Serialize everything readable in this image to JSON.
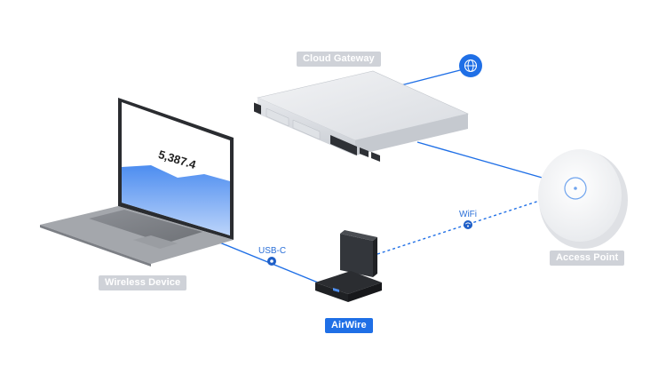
{
  "labels": {
    "cloud_gateway": "Cloud Gateway",
    "access_point": "Access Point",
    "wireless_device": "Wireless Device",
    "airwire": "AirWire"
  },
  "links": {
    "wifi": "WiFi",
    "usbc": "USB-C"
  },
  "screen": {
    "value": "5,387.4"
  },
  "colors": {
    "link_blue": "#1f6fe6",
    "tag_gray": "#cfd2d8"
  },
  "icons": {
    "internet": "globe-icon"
  }
}
